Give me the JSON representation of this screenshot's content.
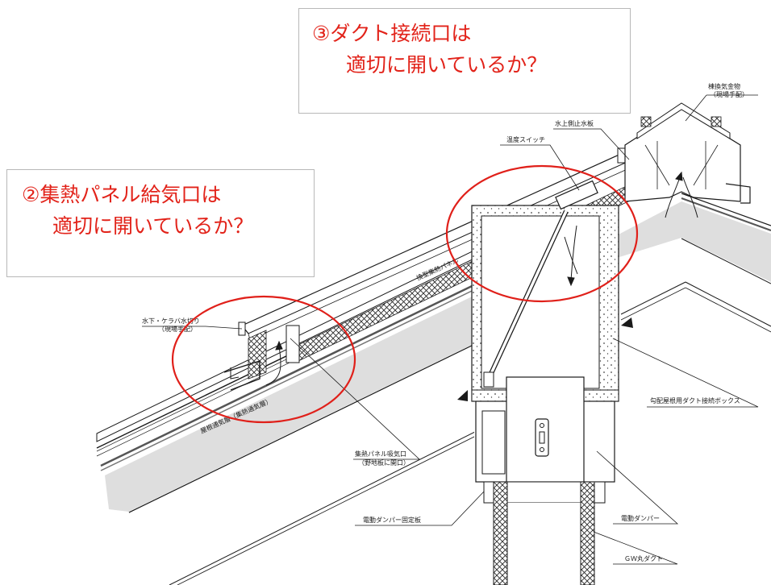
{
  "colors": {
    "callout_text": "#e2231a",
    "callout_border": "#b8b8b8",
    "circle": "#e0201a",
    "line": "#1a1a1a",
    "roof_fill": "#dedede"
  },
  "callouts": {
    "duct": {
      "line1": "③ダクト接続口は",
      "line2": "適切に開いているか？"
    },
    "panel": {
      "line1": "②集熱パネル給気口は",
      "line2": "適切に開いているか？"
    }
  },
  "labels": {
    "ridge_fitting": "棟換気金物",
    "ridge_fitting_note": "（現場手配）",
    "water_stop": "水上側止水板",
    "temp_switch": "温度スイッチ",
    "panel": "換型集熱パネル",
    "eave_flashing": "水下・ケラバ水切り",
    "eave_flashing_note": "（現場手配）",
    "roof_vent_layer": "屋根通気層（集熱通気層）",
    "intake": "集熱パネル吸気口",
    "intake_note": "（野地板に開口）",
    "box": "勾配屋根用ダクト接続ボックス",
    "damper_plate": "電動ダンパー固定板",
    "damper": "電動ダンパー",
    "duct": "ＧＷ丸ダクト"
  }
}
